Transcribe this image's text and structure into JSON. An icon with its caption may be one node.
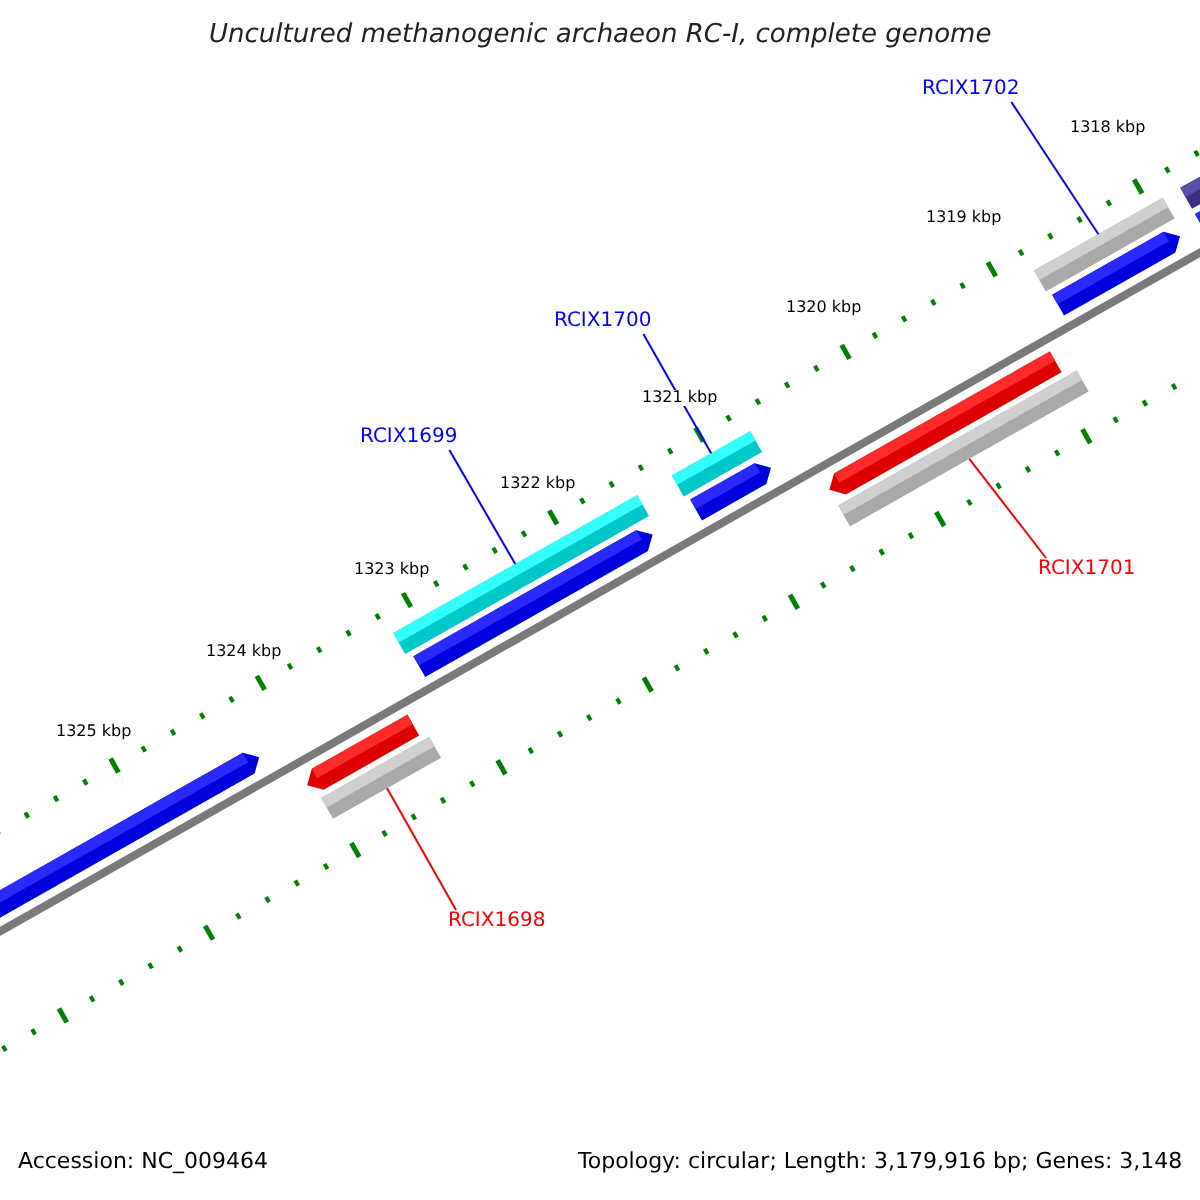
{
  "diagram": {
    "title": "Uncultured methanogenic archaeon RC-I, complete genome",
    "nodes": [
      {
        "text": [
          "RCIX1702"
        ]
      },
      {
        "text": [],
        "shape": "bar"
      },
      {
        "text": [
          "RCIX1700"
        ]
      },
      {
        "text": [],
        "shape": "bar"
      },
      {
        "text": [
          "RCIX1699"
        ]
      },
      {
        "text": [],
        "shape": "bar"
      },
      {
        "text": [
          "RCIX1701"
        ]
      },
      {
        "text": [],
        "shape": "bar"
      },
      {
        "text": [
          "RCIX1698"
        ]
      },
      {
        "text": [],
        "shape": "bar"
      }
    ],
    "edges": [
      {
        "from": 0,
        "to": 1,
        "arrow": "none"
      },
      {
        "from": 2,
        "to": 3,
        "arrow": "none"
      },
      {
        "from": 4,
        "to": 5,
        "arrow": "none"
      },
      {
        "from": 6,
        "to": 7,
        "arrow": "none",
        "color": "#ff0000"
      },
      {
        "from": 8,
        "to": 9,
        "arrow": "none",
        "color": "#ff0000"
      }
    ],
    "labels": [
      "1318 kbp",
      "1319 kbp",
      "1320 kbp",
      "1321 kbp",
      "1322 kbp",
      "1323 kbp",
      "1324 kbp",
      "1325 kbp",
      "Accession: NC_009464",
      "Topology: circular; Length: 3,179,916 bp; Genes: 3,148"
    ]
  }
}
